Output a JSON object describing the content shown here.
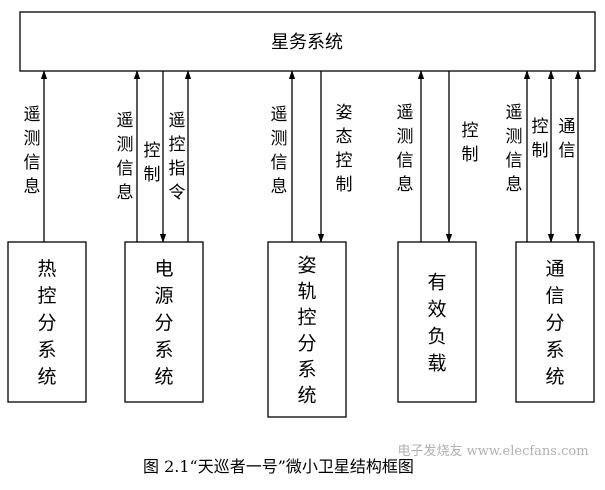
{
  "top_box": {
    "label": "星务系统"
  },
  "subsystems": [
    {
      "id": "thermal",
      "label": "热控分系统"
    },
    {
      "id": "power",
      "label": "电源分系统"
    },
    {
      "id": "attitude",
      "label": "姿轨控分系统"
    },
    {
      "id": "payload",
      "label": "有效负载"
    },
    {
      "id": "comm",
      "label": "通信分系统"
    }
  ],
  "links": [
    {
      "label": "遥测信息",
      "direction": "up"
    },
    {
      "label": "遥测信息",
      "direction": "up"
    },
    {
      "label": "控制",
      "direction": "down"
    },
    {
      "label": "遥控指令",
      "direction": "up"
    },
    {
      "label": "遥测信息",
      "direction": "up"
    },
    {
      "label": "姿态控制",
      "direction": "down"
    },
    {
      "label": "遥测信息",
      "direction": "up"
    },
    {
      "label": "控制",
      "direction": "down"
    },
    {
      "label": "遥测信息",
      "direction": "up"
    },
    {
      "label": "控制",
      "direction": "both"
    },
    {
      "label": "通信",
      "direction": "both"
    }
  ],
  "caption": "图 2.1“天巡者一号”微小卫星结构框图",
  "watermark": "电子发烧友 www.elecfans.com"
}
